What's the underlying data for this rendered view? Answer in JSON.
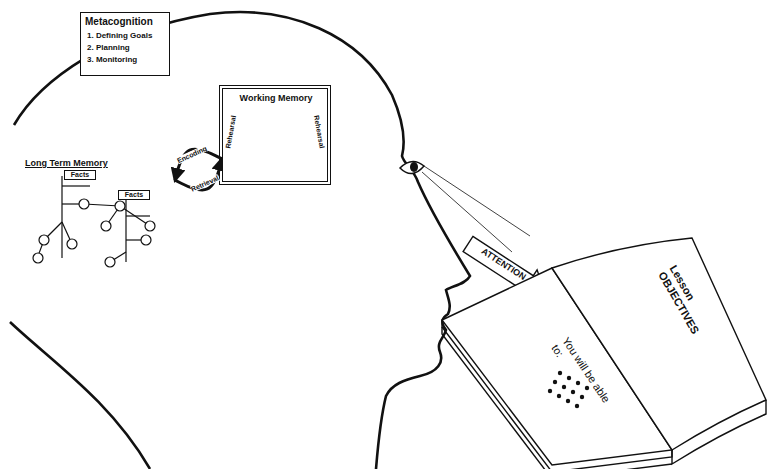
{
  "diagram": {
    "nodes": [
      {
        "text": [
          "Metacognition",
          "1. Defining Goals",
          "2. Planning",
          "3. Monitoring"
        ]
      },
      {
        "text": [
          "Working Memory"
        ]
      },
      {
        "text": [
          "Long Term Memory"
        ]
      },
      {
        "text": [
          "Lesson OBJECTIVES",
          "You will be able to:"
        ]
      }
    ],
    "edges": [
      {
        "from": 2,
        "to": 1,
        "label": "Retrieval",
        "arrow": "to"
      },
      {
        "from": 1,
        "to": 2,
        "label": "Encoding",
        "arrow": "to"
      }
    ],
    "labels": [
      "Rehearsal",
      "Rehearsal",
      "Facts",
      "Facts",
      "ATTENTION"
    ]
  }
}
